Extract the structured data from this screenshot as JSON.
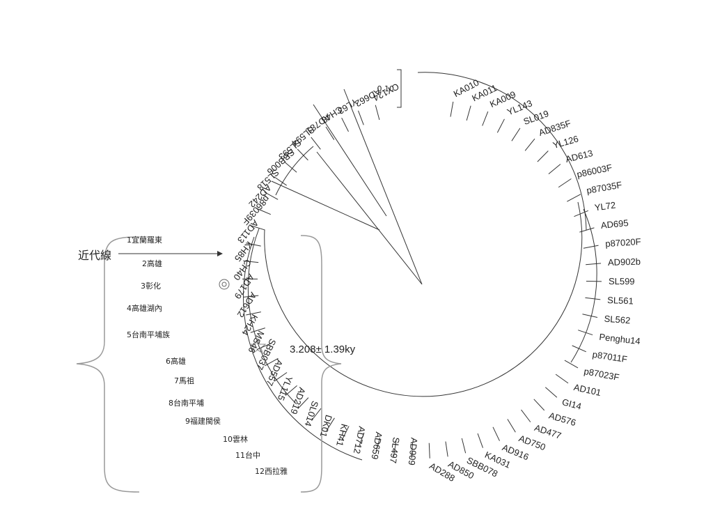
{
  "tree": {
    "scale_label": "0.10",
    "leaves": [
      "KA010",
      "KA011",
      "KA009",
      "YL143",
      "SL019",
      "AD835F",
      "YL126",
      "AD613",
      "p86003F",
      "p87035F",
      "YL72",
      "AD695",
      "p87020F",
      "AD902b",
      "SL599",
      "SL561",
      "SL562",
      "Penghu14",
      "p87011F",
      "p87023F",
      "AD101",
      "GI14",
      "AD576",
      "AD477",
      "AD750",
      "AD916",
      "KA031",
      "SBB078",
      "AD850",
      "AD288",
      "AD909",
      "SL497",
      "AD659",
      "AD712",
      "KH41",
      "DK01",
      "SL014",
      "AD219",
      "YL115",
      "AD557",
      "SBB037",
      "MS46",
      "KH24",
      "AD612",
      "AD179",
      "CH40",
      "KH85",
      "AD113",
      "p86039F",
      "AD242",
      "SL518",
      "SBB006",
      "SL593",
      "SL594",
      "AD781",
      "CH48",
      "YL63",
      "AD662",
      "CY124"
    ]
  },
  "annotations": {
    "modern_lineage": "近代線",
    "date_estimate": "3.208± 1.39ky",
    "locations": [
      "1宜蘭羅東",
      "2高雄",
      "3彰化",
      "4高雄湖內",
      "5台南平埔族",
      "6高雄",
      "7馬祖",
      "8台南平埔",
      "9福建閩侯",
      "10雲林",
      "11台中",
      "12西拉雅"
    ]
  }
}
